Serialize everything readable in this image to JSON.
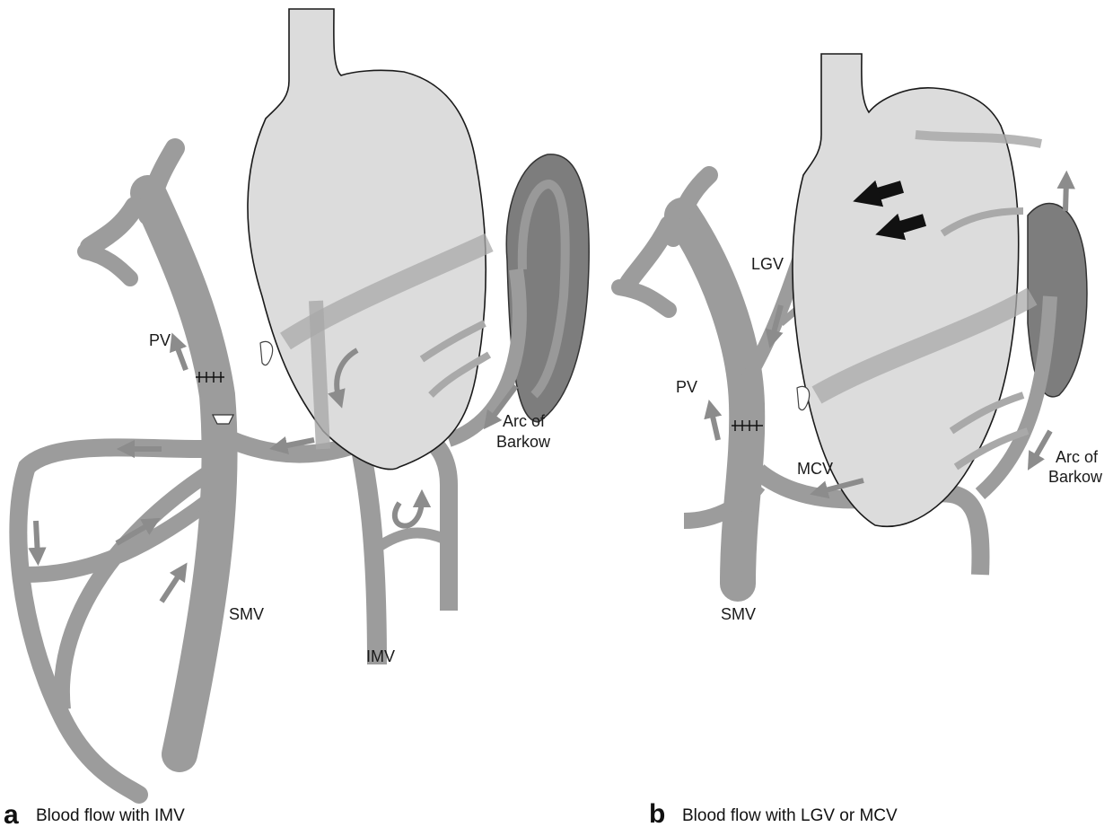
{
  "panels": [
    {
      "letter": "a",
      "caption": "Blood flow with IMV",
      "labels": {
        "pv": "PV",
        "smv": "SMV",
        "imv": "IMV",
        "arc_line1": "Arc of",
        "arc_line2": "Barkow"
      }
    },
    {
      "letter": "b",
      "caption": "Blood flow with LGV or MCV",
      "labels": {
        "lgv": "LGV",
        "pv": "PV",
        "mcv": "MCV",
        "smv": "SMV",
        "arc_line1": "Arc of",
        "arc_line2": "Barkow"
      }
    }
  ],
  "colors": {
    "vein": "#9c9c9c",
    "vein_dark": "#8a8a8a",
    "stomach_fill": "#dcdcdc",
    "stomach_stroke": "#1a1a1a",
    "spleen": "#7d7d7d",
    "flow_arrow": "#8c8c8c",
    "emphasis_arrow": "#111111"
  }
}
